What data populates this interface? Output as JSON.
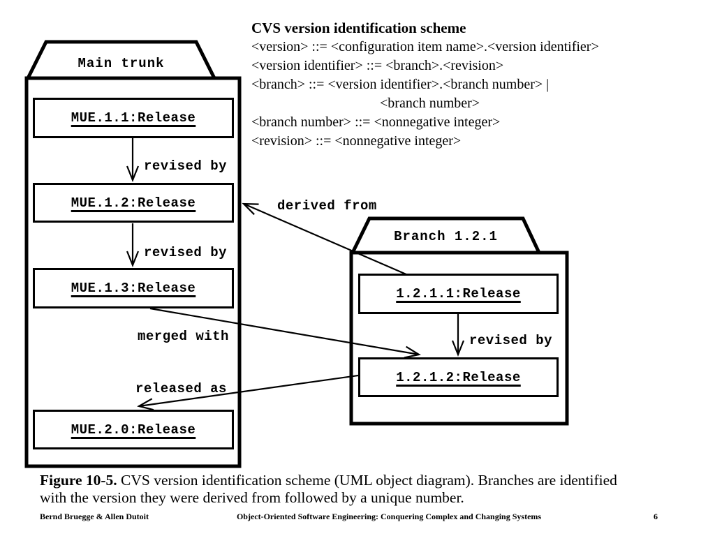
{
  "colors": {
    "ink": "#000000",
    "background": "#ffffff"
  },
  "grammar": {
    "title": "CVS version identification scheme",
    "lines": [
      "<version> ::= <configuration item name>.<version identifier>",
      "<version identifier> ::= <branch>.<revision>",
      "<branch> ::= <version identifier>.<branch number> |",
      "<branch number>",
      "<branch number> ::= <nonnegative integer>",
      "<revision> ::= <nonnegative integer>"
    ]
  },
  "diagram": {
    "main_trunk": {
      "name": "Main trunk",
      "objects": [
        "MUE.1.1:Release",
        "MUE.1.2:Release",
        "MUE.1.3:Release",
        "MUE.2.0:Release"
      ]
    },
    "branch": {
      "name": "Branch 1.2.1",
      "objects": [
        "1.2.1.1:Release",
        "1.2.1.2:Release"
      ]
    },
    "edge_labels": {
      "revised_by_1": "revised by",
      "revised_by_2": "revised by",
      "revised_by_branch": "revised by",
      "derived_from": "derived from",
      "merged_with": "merged with",
      "released_as": "released as"
    }
  },
  "caption": {
    "figure_label": "Figure 10-5.",
    "line1": " CVS version identification scheme (UML object diagram). Branches are identified",
    "line2": "with the version they were derived from followed by a unique number."
  },
  "footer": {
    "authors": "Bernd Bruegge & Allen Dutoit",
    "book": "Object-Oriented Software Engineering: Conquering Complex and Changing Systems",
    "page": "6"
  }
}
